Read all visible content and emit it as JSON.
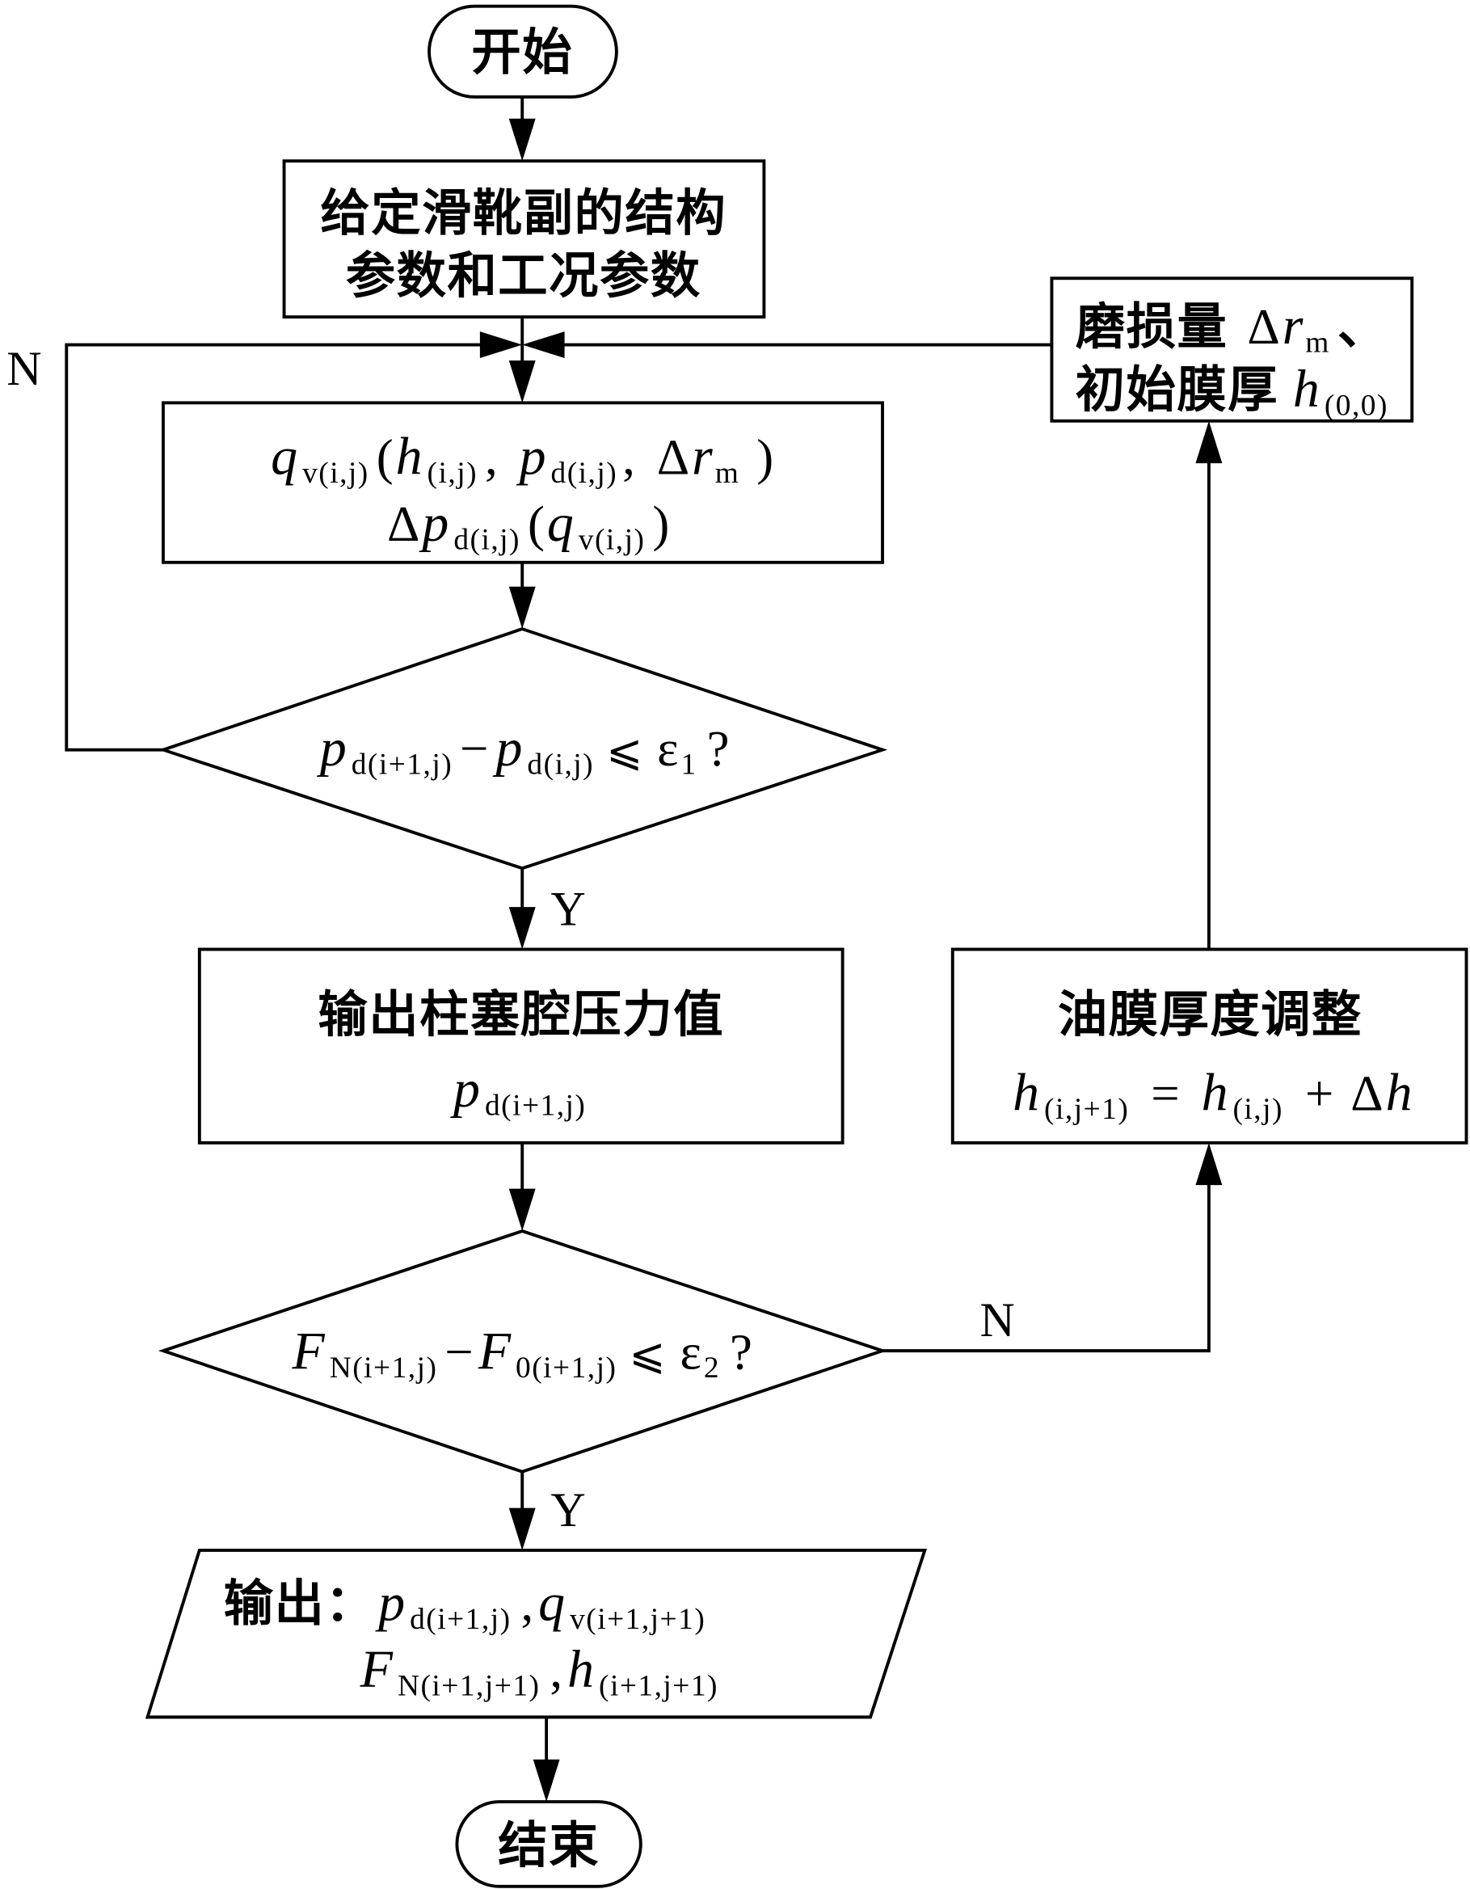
{
  "diagram": {
    "start": {
      "label": "开始"
    },
    "given": {
      "line1": "给定滑靴副的结构",
      "line2": "参数和工况参数"
    },
    "calc": {
      "line1": {
        "q": "q",
        "q_sub": "v(i,j)",
        "open": "(",
        "h": "h",
        "h_sub": "(i,j)",
        "sep1": ",",
        "p": "p",
        "p_sub": "d(i,j)",
        "sep2": ",",
        "delta": "Δ",
        "r": "r",
        "r_sub": "m",
        "close": ")"
      },
      "line2": {
        "delta": "Δ",
        "p": "p",
        "p_sub": "d(i,j)",
        "open": "(",
        "q": "q",
        "q_sub": "v(i,j)",
        "close": ")"
      }
    },
    "check1": {
      "p1": "p",
      "p1_sub": "d(i+1,j)",
      "minus": "−",
      "p2": "p",
      "p2_sub": "d(i,j)",
      "le": "⩽",
      "eps": "ε",
      "eps_sub": "1",
      "mark": "?"
    },
    "output_pressure": {
      "line1": "输出柱塞腔压力值",
      "p": "p",
      "p_sub": "d(i+1,j)"
    },
    "check2": {
      "f1": "F",
      "f1_sub": "N(i+1,j)",
      "minus": "−",
      "f2": "F",
      "f2_sub": "0(i+1,j)",
      "le": "⩽",
      "eps": "ε",
      "eps_sub": "2",
      "mark": "?"
    },
    "adjust": {
      "line1": "油膜厚度调整",
      "h1": "h",
      "h1_sub": "(i,j+1)",
      "eq": "=",
      "h2": "h",
      "h2_sub": "(i,j)",
      "plus": "+",
      "delta": "Δ",
      "h3": "h"
    },
    "wear": {
      "line1_text": "磨损量",
      "delta": "Δ",
      "r": "r",
      "r_sub": "m",
      "mark": "、",
      "line2_text": "初始膜厚",
      "h": "h",
      "h_sub": "(0,0)"
    },
    "output": {
      "prefix": "输出：",
      "p": "p",
      "p_sub": "d(i+1,j)",
      "sep1": ",",
      "q": "q",
      "q_sub": "v(i+1,j+1)",
      "f": "F",
      "f_sub": "N(i+1,j+1)",
      "sep2": ",",
      "h": "h",
      "h_sub": "(i+1,j+1)"
    },
    "end": {
      "label": "结束"
    },
    "edge_labels": {
      "check1_no": "N",
      "check1_yes": "Y",
      "check2_no": "N",
      "check2_yes": "Y"
    }
  }
}
